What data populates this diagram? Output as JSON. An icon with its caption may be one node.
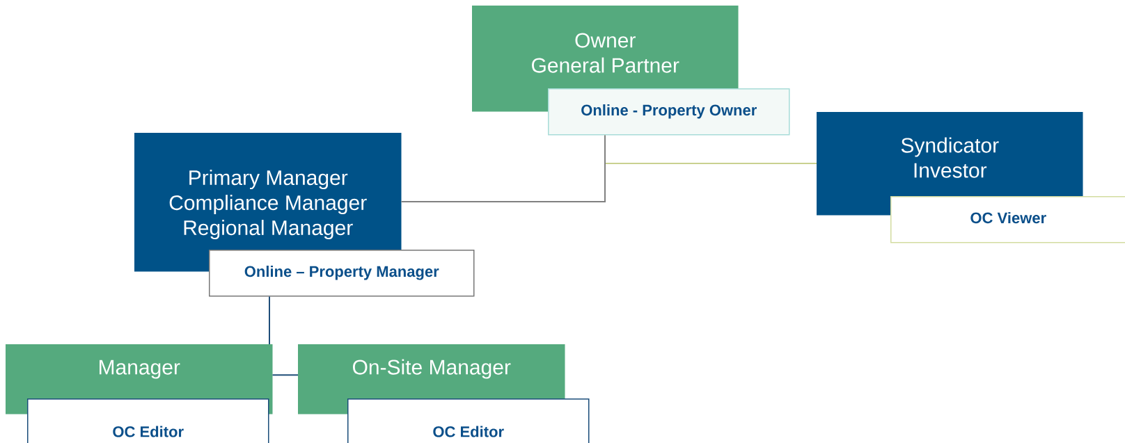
{
  "diagram": {
    "nodes": [
      {
        "text": [
          "Owner",
          "General Partner"
        ]
      },
      {
        "text": [
          "Online - Property Owner"
        ]
      },
      {
        "text": [
          "Syndicator",
          "Investor"
        ]
      },
      {
        "text": [
          "OC Viewer"
        ]
      },
      {
        "text": [
          "Primary Manager",
          "Compliance Manager",
          "Regional Manager"
        ]
      },
      {
        "text": [
          "Online – Property Manager"
        ]
      },
      {
        "text": [
          "Manager"
        ]
      },
      {
        "text": [
          "OC Editor"
        ]
      },
      {
        "text": [
          "On-Site Manager"
        ]
      },
      {
        "text": [
          "OC Editor"
        ]
      }
    ],
    "edges": [
      {
        "from": 1,
        "to": 2,
        "arrow": "none",
        "color": "#c9d18f"
      },
      {
        "from": 1,
        "to": 4,
        "arrow": "none",
        "color": "#808080"
      },
      {
        "from": 5,
        "to": 6,
        "arrow": "none"
      },
      {
        "from": 6,
        "to": 8,
        "arrow": "none"
      }
    ]
  }
}
